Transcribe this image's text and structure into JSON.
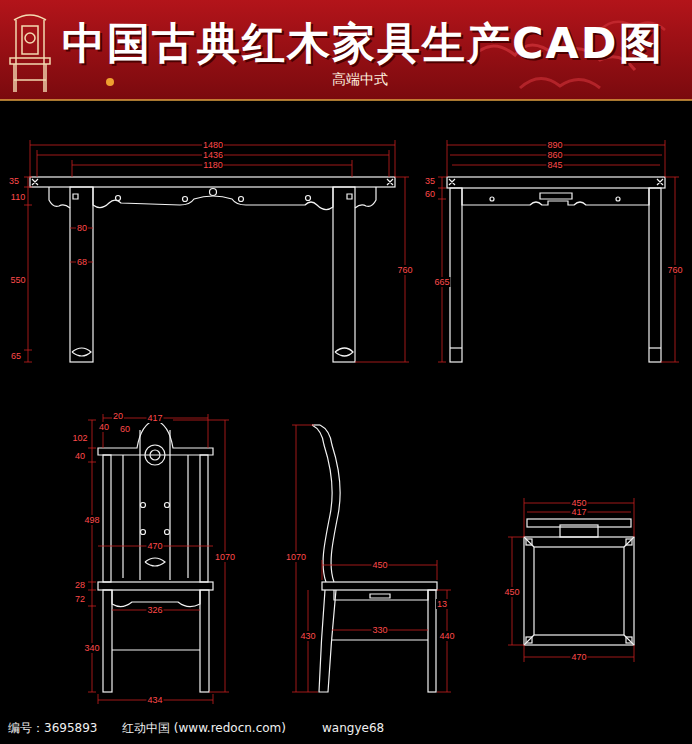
{
  "diagram": {
    "title": "中国古典红木家具生产CAD图",
    "labels": [
      "高端中式",
      "1480",
      "1436",
      "1180",
      "35",
      "110",
      "80",
      "68",
      "550",
      "65",
      "760",
      "890",
      "860",
      "845",
      "35",
      "60",
      "665",
      "760",
      "40",
      "20",
      "417",
      "60",
      "102",
      "40",
      "498",
      "470",
      "28",
      "72",
      "326",
      "340",
      "434",
      "1070",
      "1070",
      "450",
      "13",
      "430",
      "330",
      "440",
      "450",
      "417",
      "450",
      "470",
      "编号：3695893",
      "红动中国 (www.redocn.com)",
      "wangye68"
    ]
  }
}
